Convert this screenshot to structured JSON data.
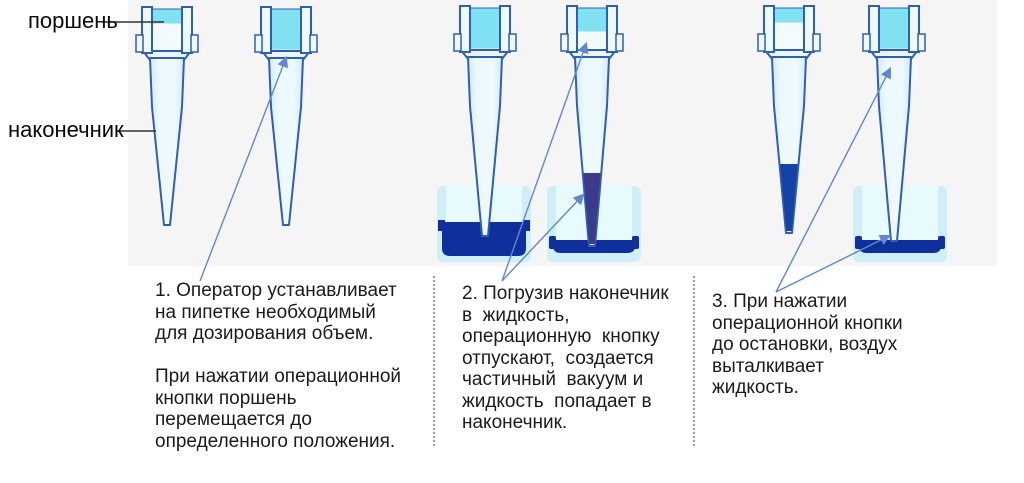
{
  "labels": {
    "piston": "поршень",
    "tip": "наконечник"
  },
  "steps": [
    {
      "text": "1. Оператор устанавливает\nна пипетке необходимый\nдля дозирования объем.\n\nПри нажатии операционной\nкнопки поршень\nперемещается до\nопределенного положения."
    },
    {
      "text": "2. Погрузив наконечник\nв  жидкость,\nоперационную  кнопку\nотпускают,  создается\nчастичный  вакуум и\nжидкость  попадает в\nнаконечник."
    },
    {
      "text": "3. При нажатии\nоперационной кнопки\nдо остановки, воздух\nвыталкивает\nжидкость."
    }
  ],
  "pipettes": [
    {
      "piston": "up",
      "tip_liquid": "none",
      "beaker": "none"
    },
    {
      "piston": "down",
      "tip_liquid": "none",
      "beaker": "none"
    },
    {
      "piston": "down",
      "tip_liquid": "none",
      "beaker": "full"
    },
    {
      "piston": "mid",
      "tip_liquid": "indigo",
      "beaker": "low"
    },
    {
      "piston": "up",
      "tip_liquid": "blue",
      "beaker": "none"
    },
    {
      "piston": "down",
      "tip_liquid": "none",
      "beaker": "low"
    }
  ],
  "colors": {
    "outline": "#2f5fb3",
    "body_light": "#eef9fd",
    "body_edge": "#d3ecf6",
    "piston_cyan": "#7fe1f1",
    "beaker_pale": "#cfeef8",
    "beaker_inner": "#e7fafd",
    "liquid_navy": "#0e2f9c",
    "liquid_indigo": "#3c3a8c",
    "liquid_blue": "#1543a4",
    "arrow": "#6287cf",
    "stage_bg": "#f5f5f6",
    "divider": "#999999",
    "label_line": "#333333",
    "text": "#1b1b1b"
  }
}
